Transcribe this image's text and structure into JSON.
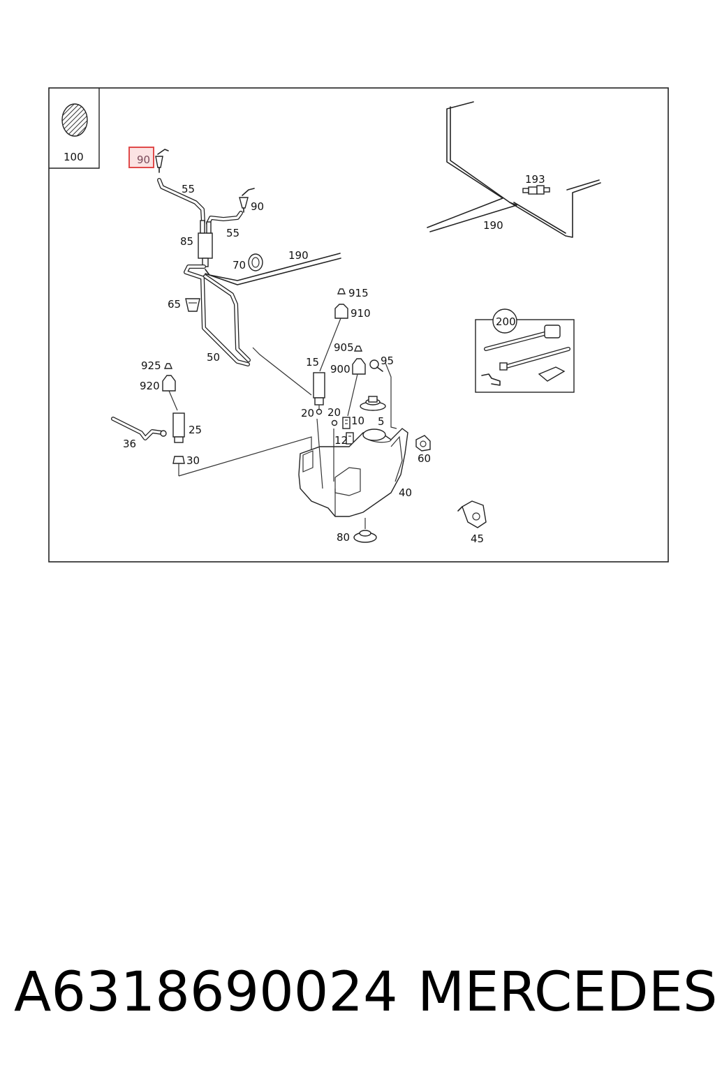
{
  "diagram": {
    "highlight_color": "#e04a4a",
    "callouts": {
      "c100": "100",
      "c90a": "90",
      "c55a": "55",
      "c90b": "90",
      "c55b": "55",
      "c85": "85",
      "c70": "70",
      "c190a": "190",
      "c193": "193",
      "c190b": "190",
      "c915": "915",
      "c910": "910",
      "c65": "65",
      "c50": "50",
      "c905": "905",
      "c95": "95",
      "c15": "15",
      "c900": "900",
      "c925": "925",
      "c920": "920",
      "c200": "200",
      "c20a": "20",
      "c20b": "20",
      "c10": "10",
      "c5": "5",
      "c25": "25",
      "c36": "36",
      "c12": "12",
      "c60": "60",
      "c30": "30",
      "c40": "40",
      "c80": "80",
      "c45": "45"
    }
  },
  "caption": {
    "part_number": "A6318690024",
    "brand": "MERCEDES"
  }
}
